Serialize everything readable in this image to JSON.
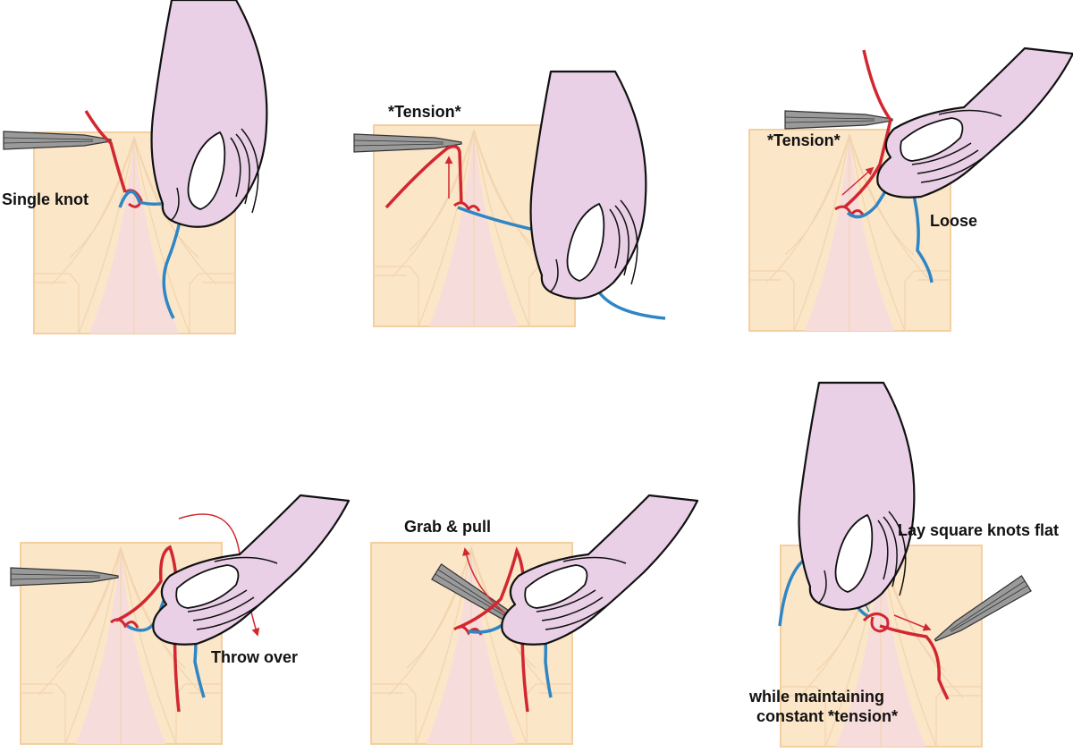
{
  "panels": [
    {
      "id": "p1",
      "labels": [
        "Single knot"
      ]
    },
    {
      "id": "p2",
      "labels": [
        "*Tension*"
      ]
    },
    {
      "id": "p3",
      "labels": [
        "*Tension*",
        "Loose"
      ]
    },
    {
      "id": "p4",
      "labels": [
        "Throw over"
      ]
    },
    {
      "id": "p5",
      "labels": [
        "Grab & pull"
      ]
    },
    {
      "id": "p6",
      "labels": [
        "Lay square knots flat",
        "while maintaining",
        "constant *tension*"
      ]
    }
  ],
  "colors": {
    "pad_fill": "#fbe6c8",
    "pad_stroke": "#f4cfa0",
    "pad_line": "#f2d4ae",
    "wound_fill": "#f7dcdc",
    "hand_fill": "#e9d0e6",
    "hand_stroke": "#111111",
    "suture_red": "#d22730",
    "suture_blue": "#2f86c4",
    "arrow_red": "#d22730",
    "arrow_blue": "#2f86c4",
    "instrument_fill": "#9a9a9a",
    "instrument_stroke": "#333333"
  }
}
